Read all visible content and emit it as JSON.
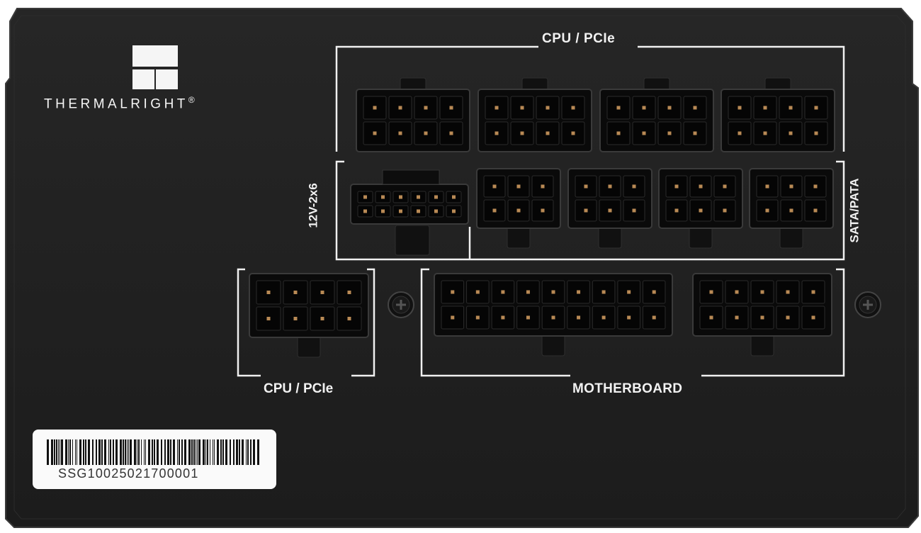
{
  "brand": {
    "name": "THERMALRIGHT",
    "registered_mark": "®"
  },
  "labels": {
    "cpu_pcie_top": "CPU / PCIe",
    "cpu_pcie_bottom": "CPU / PCIe",
    "motherboard": "MOTHERBOARD",
    "power_12v": "12V-2x6",
    "sata_pata": "SATA/PATA"
  },
  "sticker": {
    "serial": "SSG10025021700001"
  },
  "colors": {
    "panel": "#1f1f1f",
    "connector": "#0a0a0a",
    "pin": "#b98a55",
    "silkscreen": "#f0f0f0",
    "sticker": "#fafafa"
  }
}
